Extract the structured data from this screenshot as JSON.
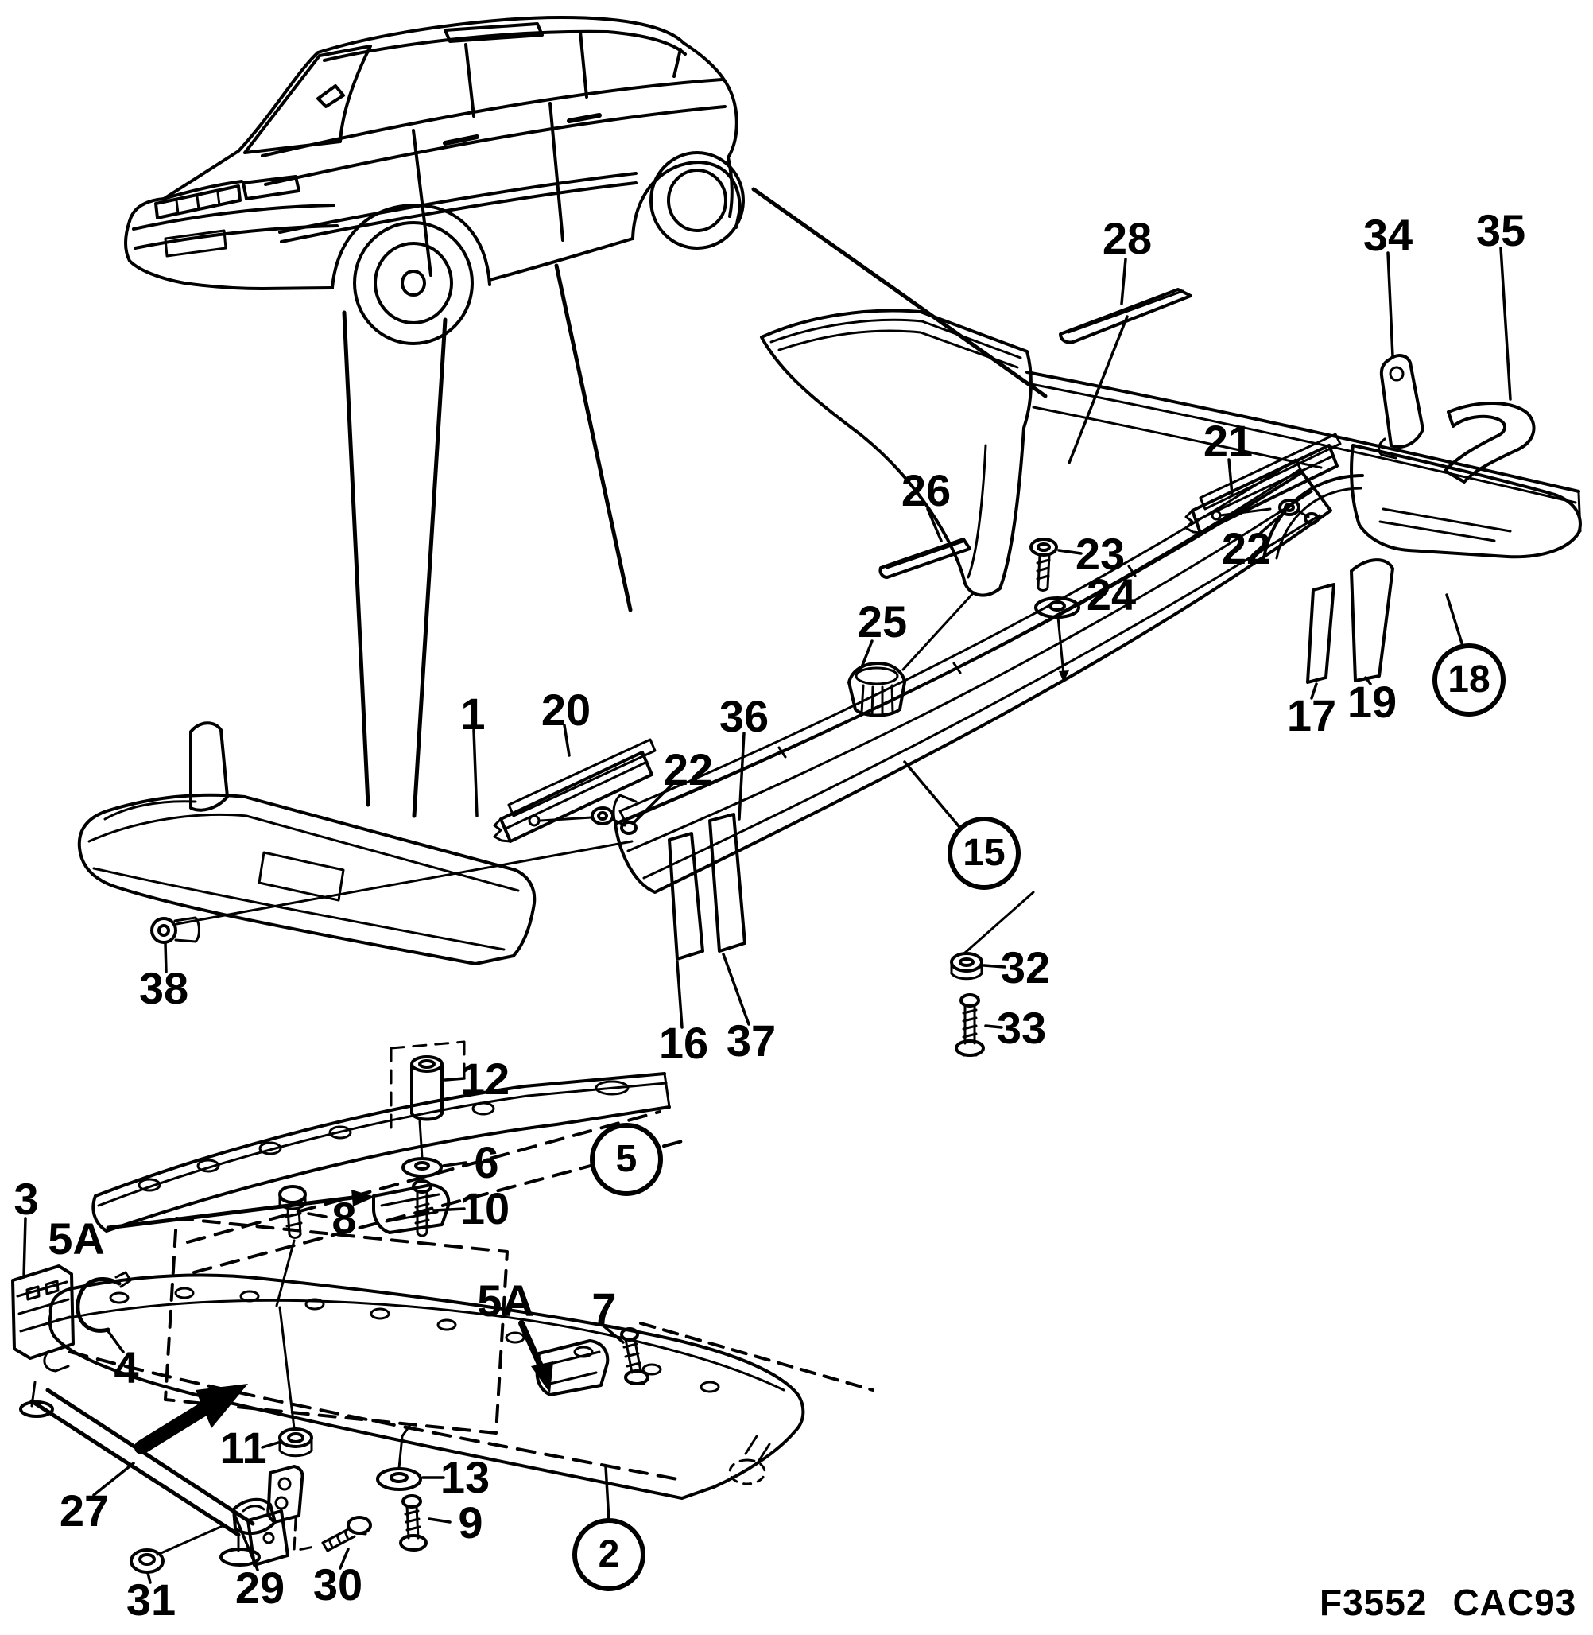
{
  "diagram": {
    "callouts": {
      "1": "1",
      "2": "2",
      "3": "3",
      "4": "4",
      "5": "5",
      "5A": "5A",
      "6": "6",
      "7": "7",
      "8": "8",
      "9": "9",
      "10": "10",
      "11": "11",
      "12": "12",
      "13": "13",
      "15": "15",
      "16": "16",
      "17": "17",
      "18": "18",
      "19": "19",
      "20": "20",
      "21": "21",
      "22": "22",
      "23": "23",
      "24": "24",
      "25": "25",
      "26": "26",
      "27": "27",
      "28": "28",
      "29": "29",
      "30": "30",
      "31": "31",
      "32": "32",
      "33": "33",
      "34": "34",
      "35": "35",
      "36": "36",
      "37": "37",
      "38": "38"
    },
    "circled_callouts": [
      "2",
      "5",
      "15",
      "18"
    ],
    "figure_code": {
      "left": "F3552",
      "right": "CAC93"
    },
    "ink_color": "#000000",
    "background_color": "#ffffff"
  }
}
